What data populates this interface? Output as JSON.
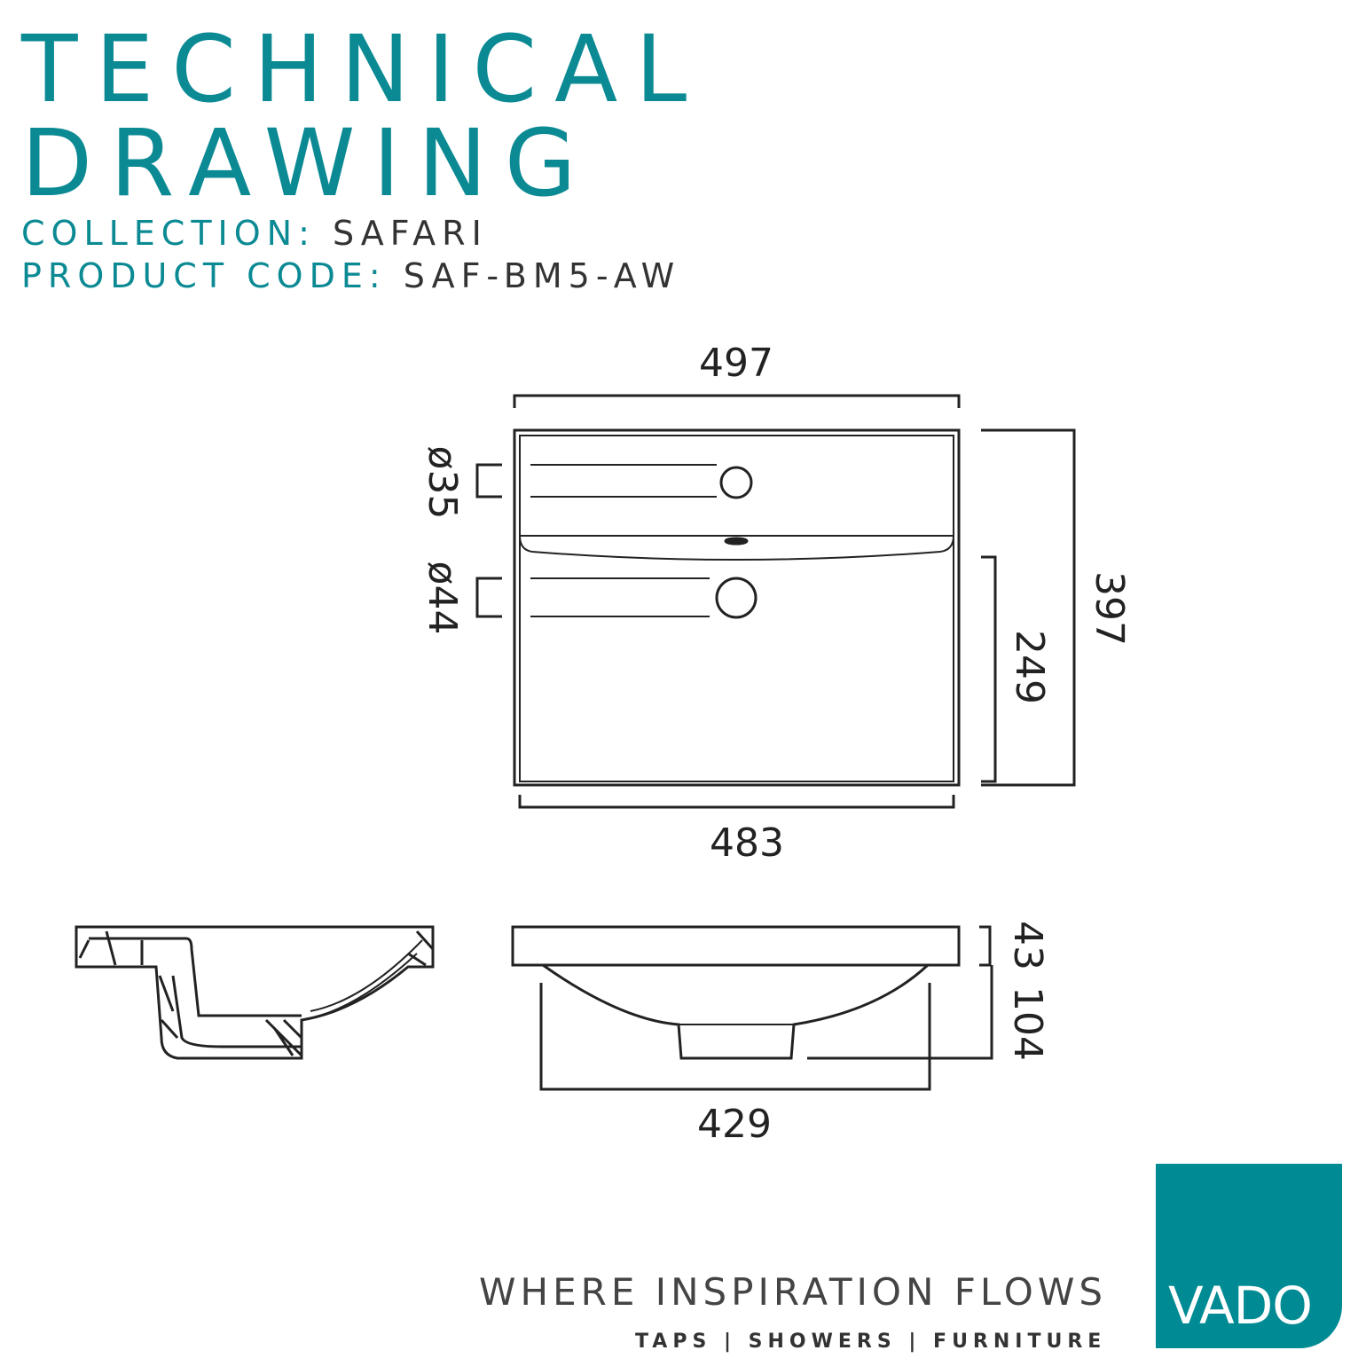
{
  "header": {
    "title_line1": "TECHNICAL",
    "title_line2": "DRAWING",
    "collection_label": "COLLECTION:",
    "collection_value": "SAFARI",
    "product_code_label": "PRODUCT CODE:",
    "product_code_value": "SAF-BM5-AW"
  },
  "dimensions": {
    "top_width": "497",
    "bottom_width": "483",
    "depth_total": "397",
    "depth_bowl": "249",
    "hole_tap": "ø35",
    "hole_waste": "ø44",
    "rim_height": "43",
    "bowl_height": "104",
    "bowl_width": "429"
  },
  "footer": {
    "tagline": "WHERE INSPIRATION FLOWS",
    "subline": "TAPS | SHOWERS | FURNITURE",
    "logo_text": "VADO"
  },
  "colors": {
    "brand": "#0b8a94",
    "logo_bg": "#008a93",
    "line": "#222222"
  }
}
